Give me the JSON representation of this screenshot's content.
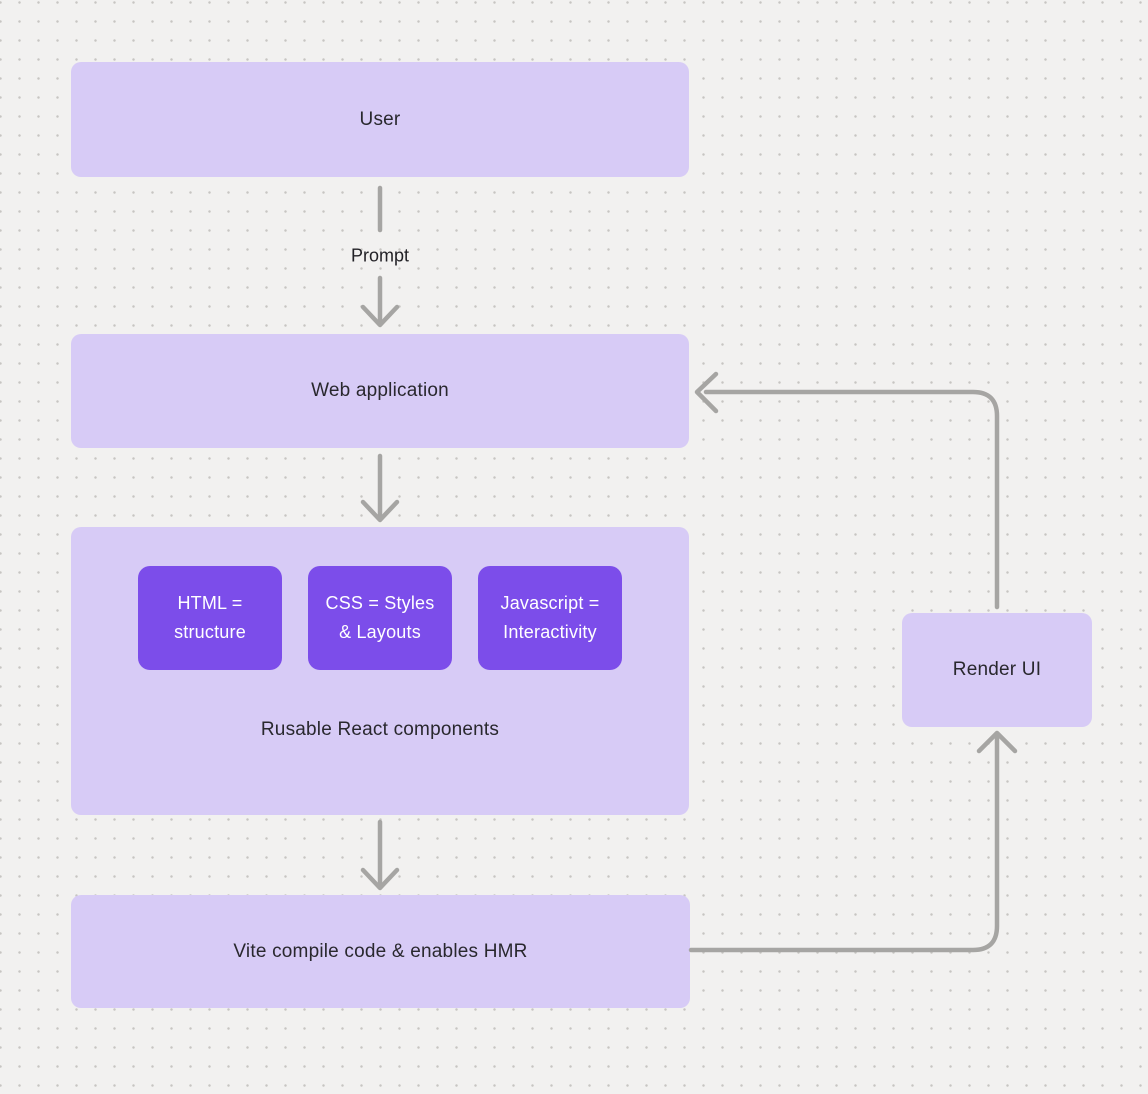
{
  "canvas": {
    "background": "#f2f1f0",
    "dot_color": "#c7c5c2"
  },
  "colors": {
    "node_fill_light": "#d7cbf6",
    "node_fill_dark": "#7c4dea",
    "connector": "#a6a5a3",
    "text_dark": "#29282e",
    "text_light": "#ffffff"
  },
  "nodes": {
    "user": {
      "label": "User"
    },
    "web_application": {
      "label": "Web application"
    },
    "components_group": {
      "caption": "Rusable React components",
      "items": [
        {
          "label": "HTML = structure"
        },
        {
          "label": "CSS = Styles & Layouts"
        },
        {
          "label": "Javascript = Interactivity"
        }
      ]
    },
    "vite": {
      "label": "Vite compile code & enables HMR"
    },
    "render_ui": {
      "label": "Render UI"
    }
  },
  "edges": {
    "user_to_webapp_label": "Prompt"
  }
}
